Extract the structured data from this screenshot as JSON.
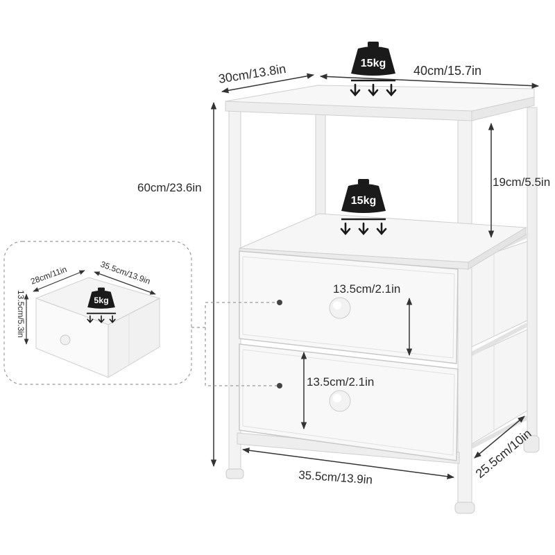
{
  "dimensions": {
    "top_depth": "30cm/13.8in",
    "top_width": "40cm/15.7in",
    "total_height": "60cm/23.6in",
    "shelf_gap": "19cm/5.5in",
    "drawer1_height": "13.5cm/2.1in",
    "drawer2_height": "13.5cm/2.1in",
    "drawer_width": "35.5cm/13.9in",
    "drawer_depth": "25.5cm/10in"
  },
  "weights": {
    "top": "15kg",
    "shelf": "15kg",
    "drawer": "5kg"
  },
  "drawer_inset": {
    "depth": "28cm/11in",
    "width": "35.5cm/13.9in",
    "height": "13.5cm/5.3in"
  },
  "colors": {
    "frame": "#f4f4f4",
    "outline": "#cfcfcf",
    "fabric": "#f7f7f7",
    "weight_icon": "#1a1a1a",
    "dim_line": "#333333",
    "dashed": "#9a9a9a"
  }
}
